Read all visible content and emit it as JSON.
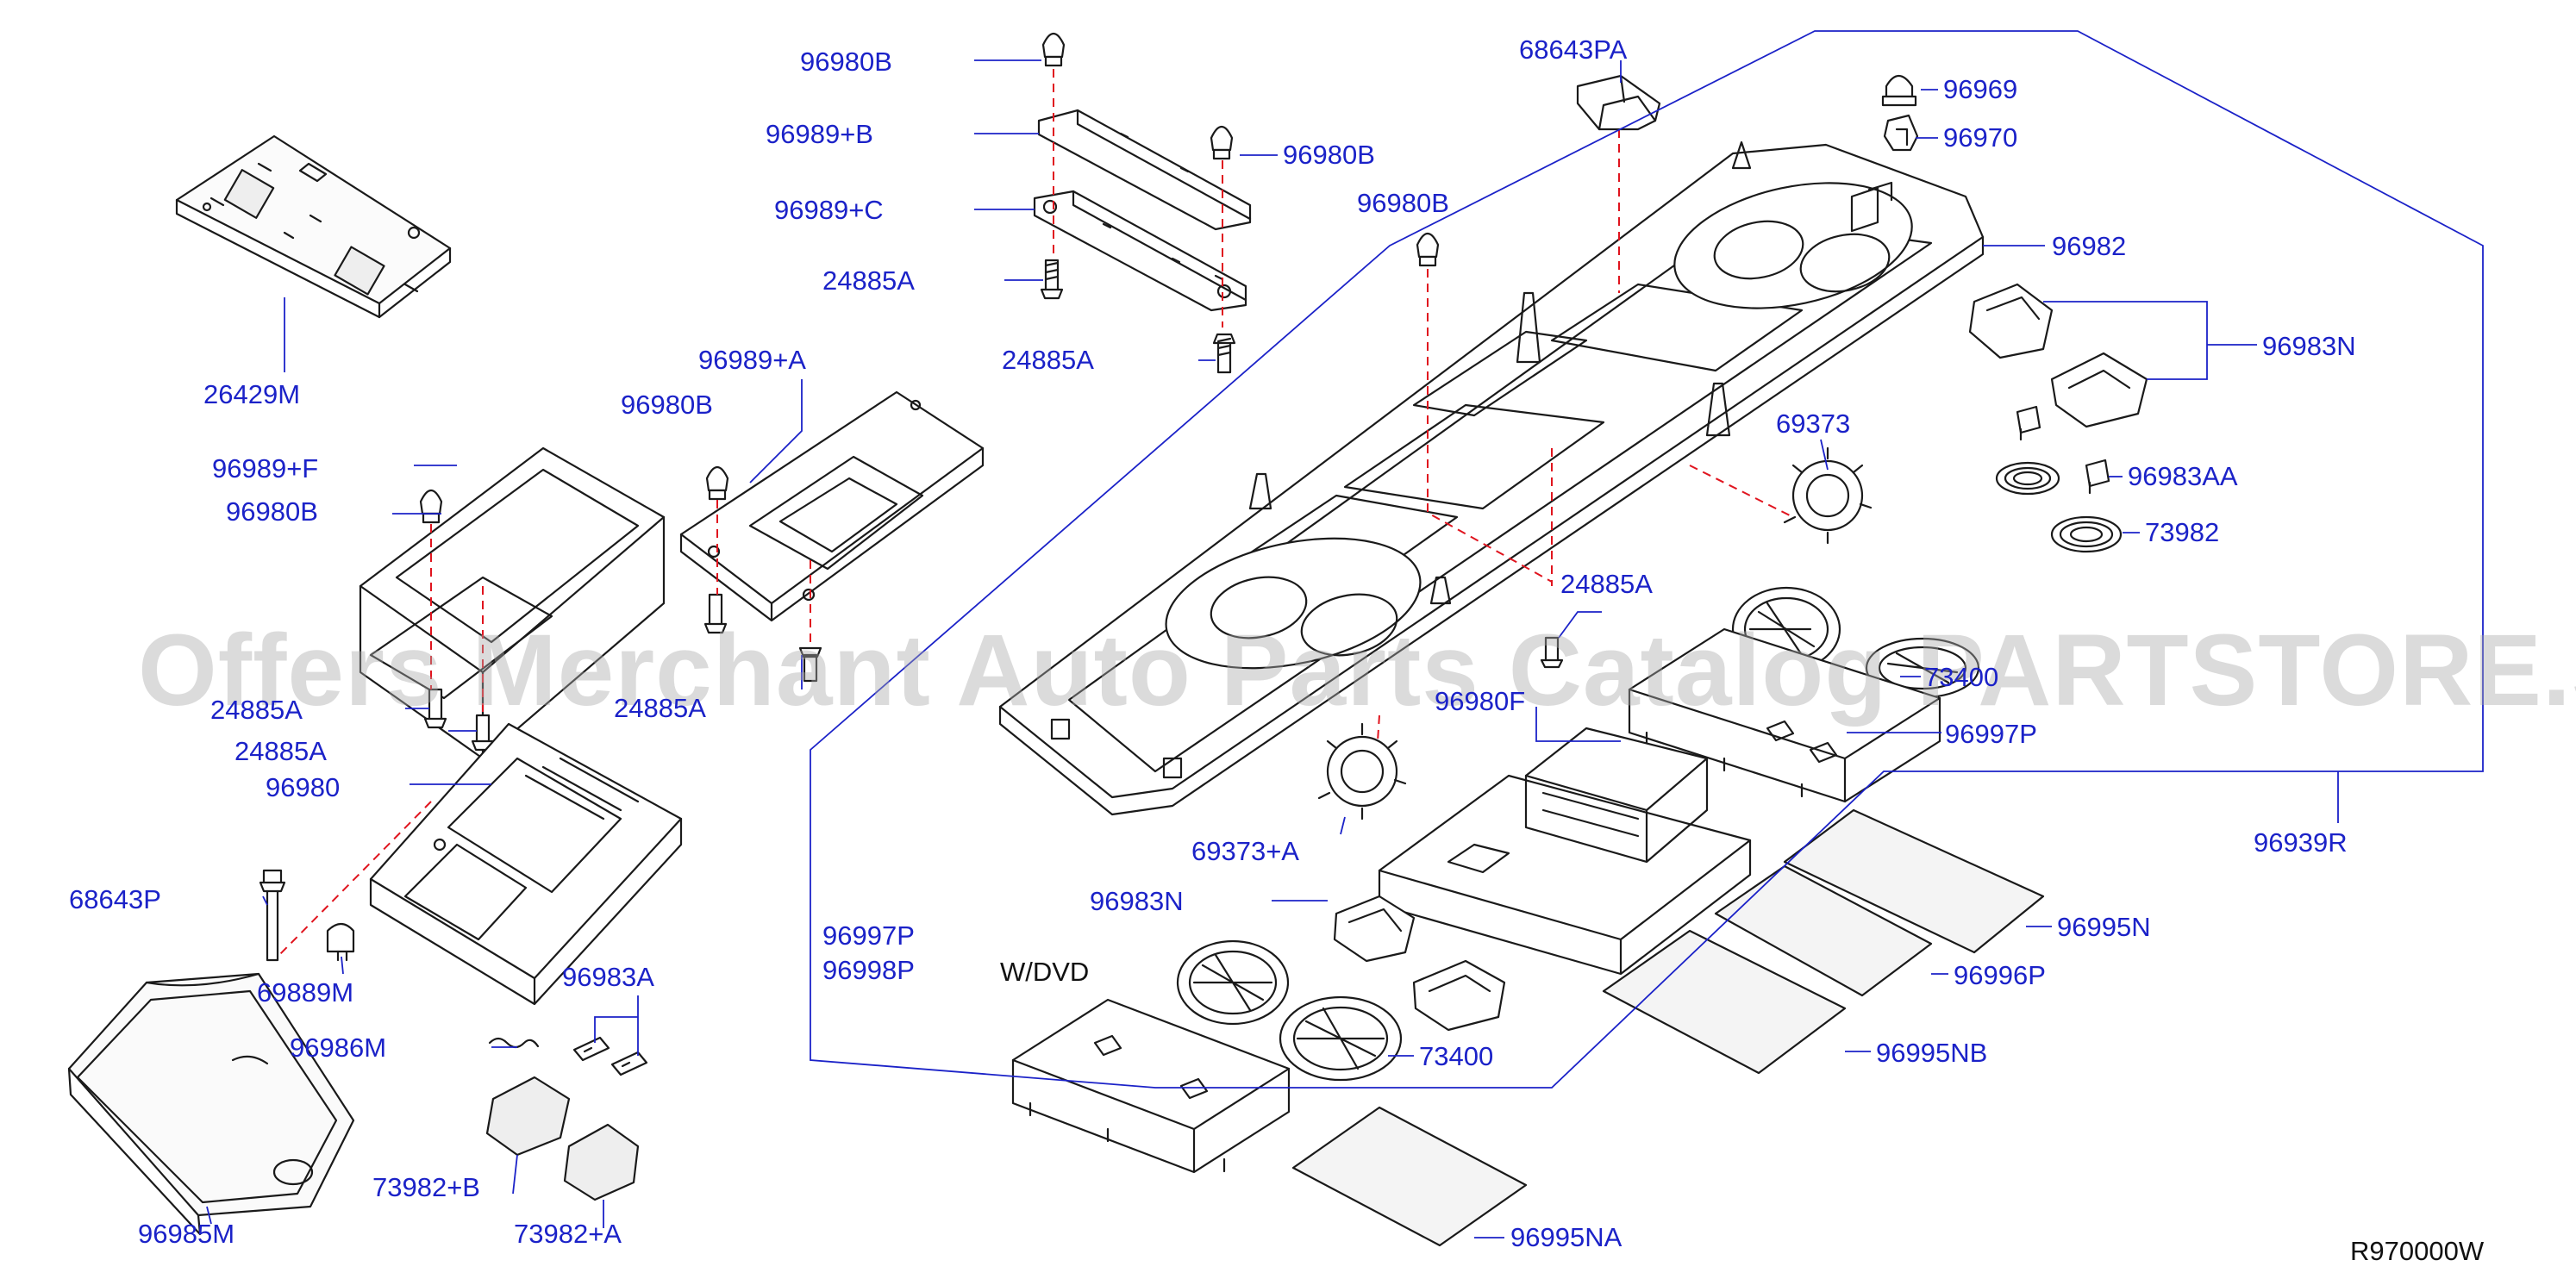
{
  "labels": {
    "p96980B_top": "96980B",
    "p96989B": "96989+B",
    "p96980B_r": "96980B",
    "p96989C": "96989+C",
    "p24885A_1": "24885A",
    "p24885A_2": "24885A",
    "p68643PA": "68643PA",
    "p96969": "96969",
    "p96970": "96970",
    "p96980B_mid": "96980B",
    "p96982": "96982",
    "p96983N_r": "96983N",
    "p96983AA": "96983AA",
    "p73982": "73982",
    "p69373": "69373",
    "p26429M": "26429M",
    "p96989A": "96989+A",
    "p96980B_l": "96980B",
    "p96989F": "96989+F",
    "p96980B_l2": "96980B",
    "p24885A_3": "24885A",
    "p24885A_4": "24885A",
    "p24885A_5": "24885A",
    "p24885A_6": "24885A",
    "p96980": "96980",
    "p96980F": "96980F",
    "p73400_r": "73400",
    "p96997P_r": "96997P",
    "p96939R": "96939R",
    "p69373A": "69373+A",
    "p68643P": "68643P",
    "p69889M": "69889M",
    "p96983N_l": "96983N",
    "p96997P_l": "96997P",
    "p96998P": "96998P",
    "pWDVD": "W/DVD",
    "p96983A": "96983A",
    "p96986M": "96986M",
    "p73400_l": "73400",
    "p96995N": "96995N",
    "p96996P": "96996P",
    "p96995NB": "96995NB",
    "p73982B": "73982+B",
    "p73982A": "73982+A",
    "p96985M": "96985M",
    "p96995NA": "96995NA"
  },
  "watermark": "Offers Merchant Auto Parts Catalog PARTSTORE.SA",
  "diagram_code": "R970000W",
  "colors": {
    "label": "#1b22c8",
    "leader": "#1b22c8",
    "dashed": "#e0141e",
    "part": "#1a1a1a",
    "watermark": "#aaaaaa"
  }
}
